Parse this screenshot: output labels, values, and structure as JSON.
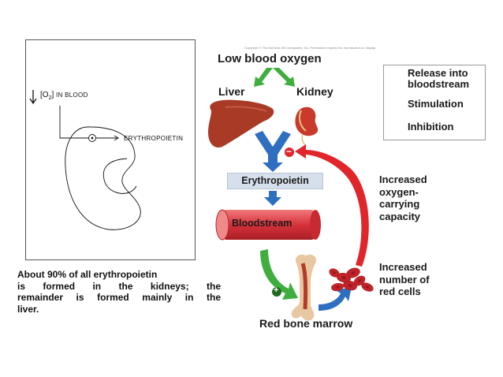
{
  "left_panel": {
    "o2_arrow": "↓",
    "o2_symbol": "[O",
    "o2_subscript": "2",
    "o2_close": "]",
    "blood_label": "IN BLOOD",
    "output_label": "ERYTHROPOIETIN"
  },
  "caption": {
    "lines": [
      "About 90% of all erythropoietin",
      "is formed in the kidneys; the",
      "remainder is formed mainly in the",
      "liver."
    ]
  },
  "diagram": {
    "copyright": "Copyright © The McGraw-Hill Companies, Inc. Permission required for reproduction or display.",
    "top_label": "Low blood oxygen",
    "liver_label": "Liver",
    "kidney_label": "Kidney",
    "epo_label": "Erythropoietin",
    "bloodstream_label": "Bloodstream",
    "capacity_lines": [
      "Increased",
      "oxygen-",
      "carrying",
      "capacity"
    ],
    "cells_lines": [
      "Increased",
      "number of",
      "red cells"
    ],
    "marrow_label": "Red bone marrow",
    "plus_sign": "+",
    "minus_sign": "−"
  },
  "legend": {
    "release_lines": [
      "Release into",
      "bloodstream"
    ],
    "stimulation": "Stimulation",
    "inhibition": "Inhibition"
  },
  "colors": {
    "blue_arrow": "#2f6fc0",
    "green_arrow": "#3fae3f",
    "red_arrow": "#e0262b",
    "liver": "#a83a26",
    "vessel": "#d7323a"
  }
}
